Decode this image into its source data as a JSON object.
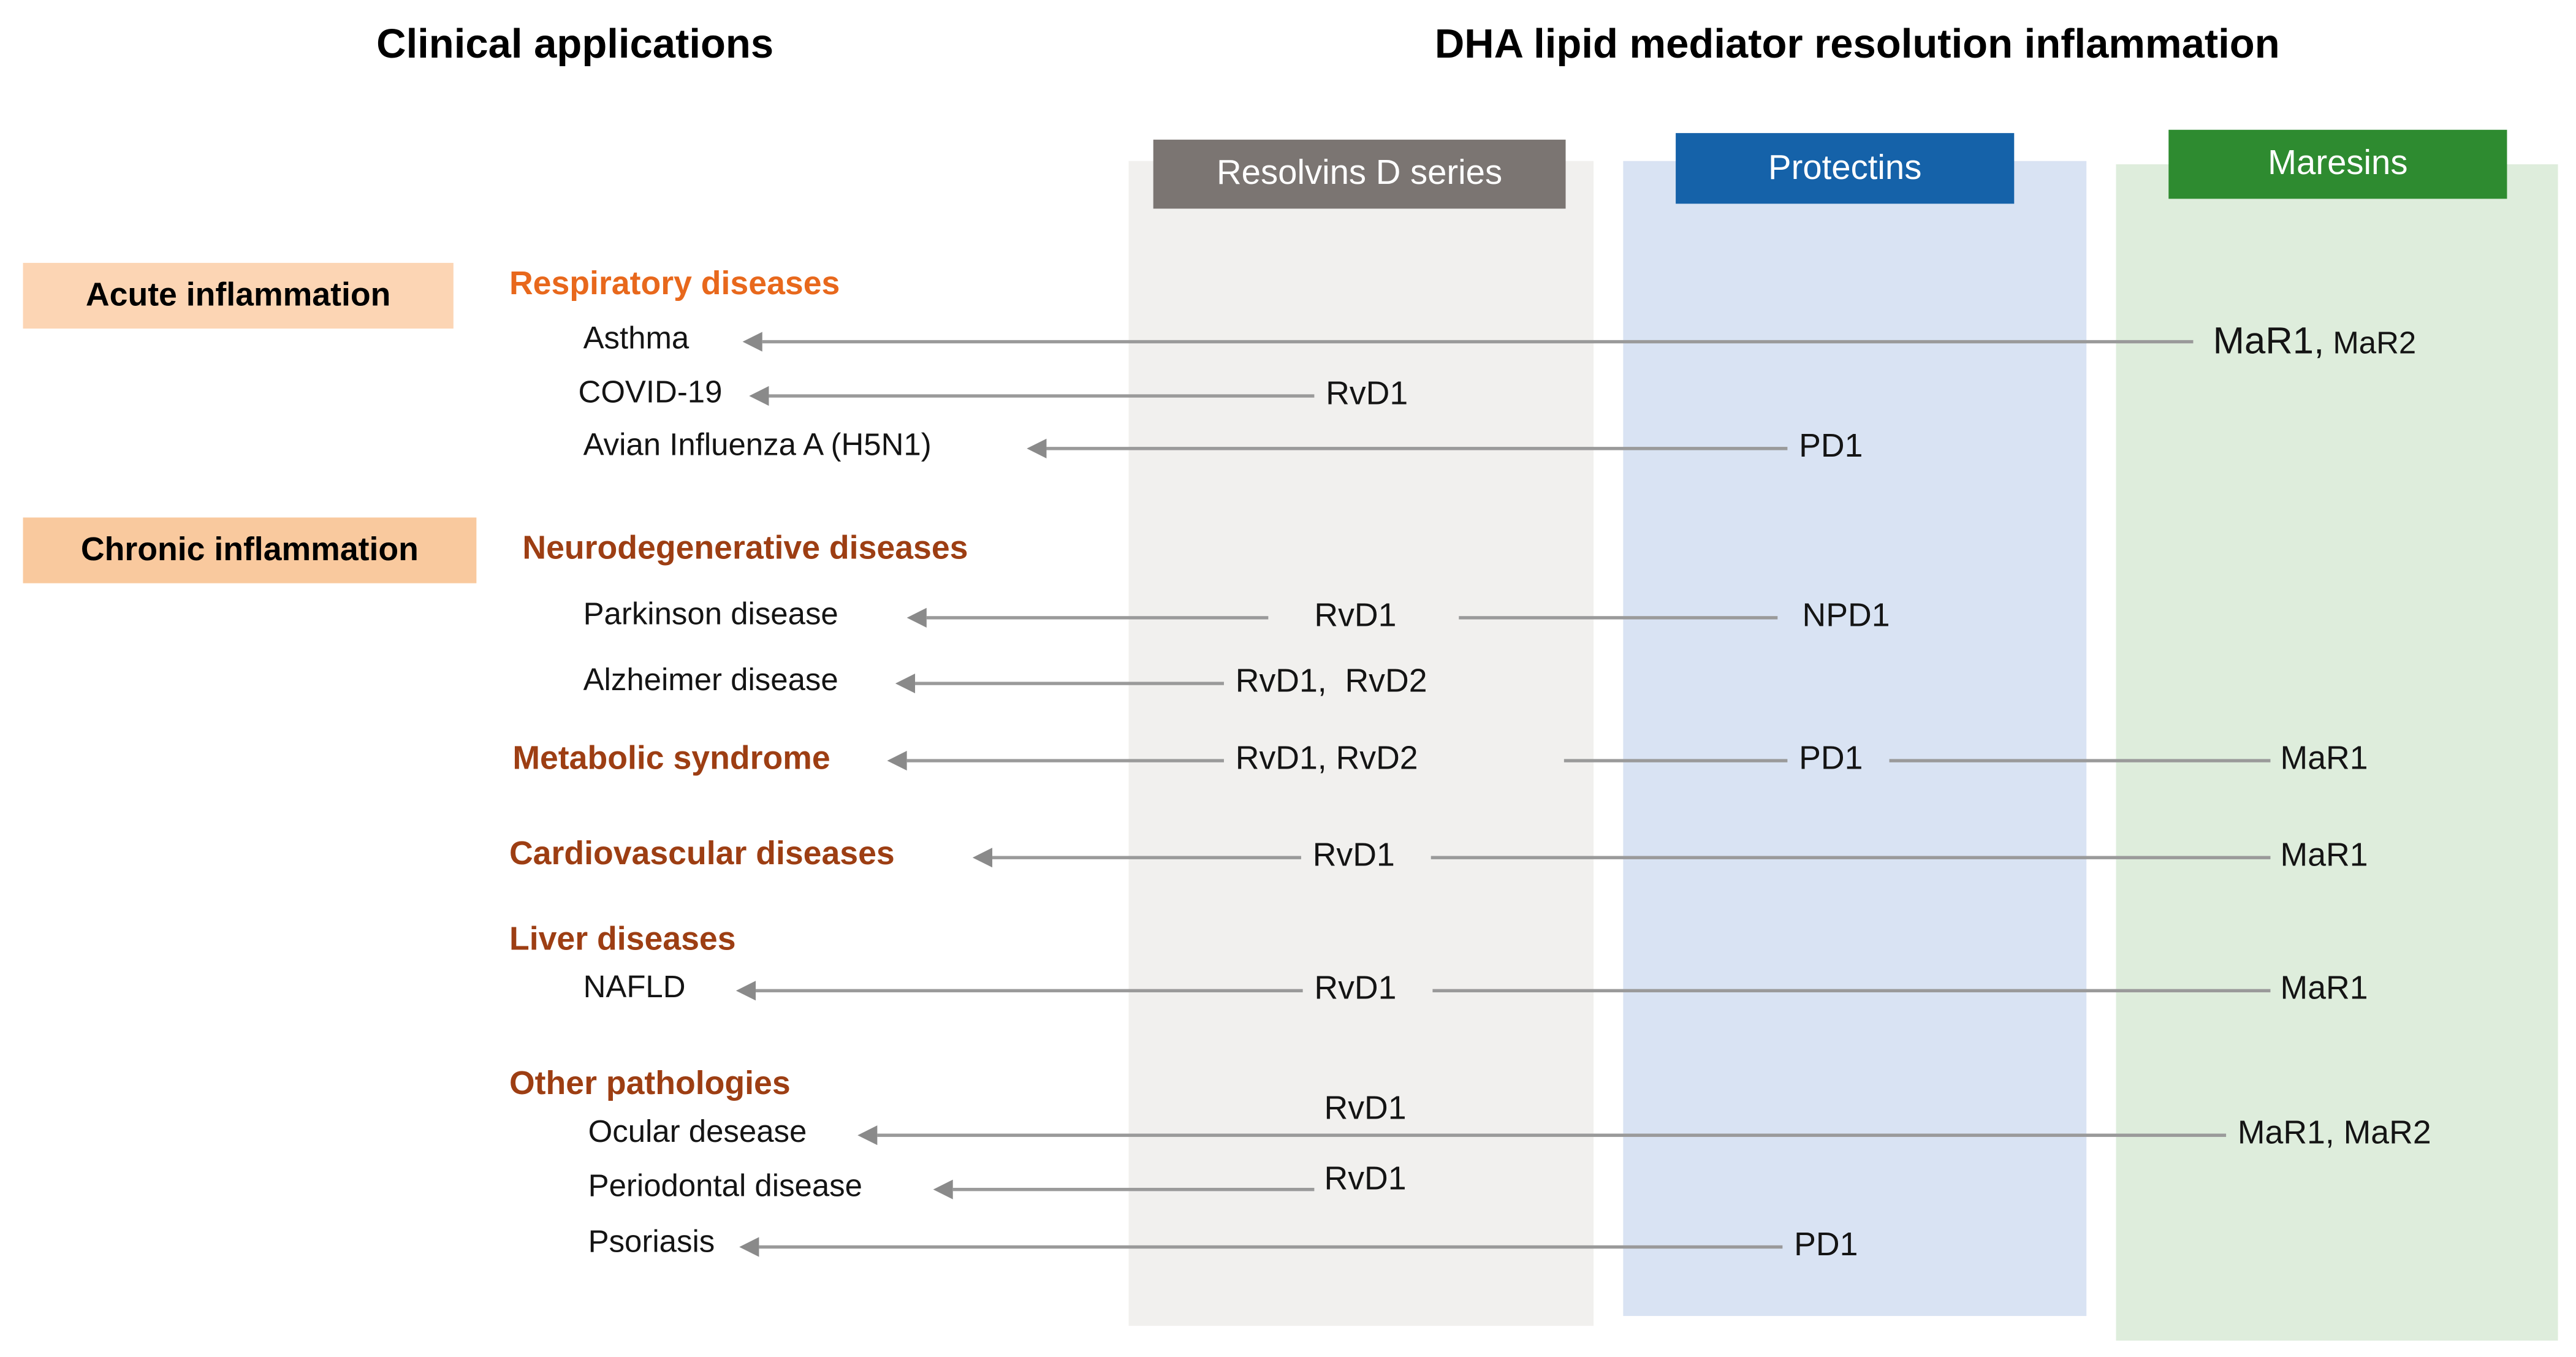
{
  "titles": {
    "left": "Clinical applications",
    "right": "DHA lipid mediator resolution inflammation"
  },
  "columns": [
    {
      "label": "Resolvins D series",
      "header_bg": "#7b7572",
      "header_text_color": "#ffffff",
      "body_bg": "#f1f0ee"
    },
    {
      "label": "Protectins",
      "header_bg": "#1562a9",
      "header_text_color": "#ffffff",
      "body_bg": "#d9e3f3"
    },
    {
      "label": "Maresins",
      "header_bg": "#2e8b30",
      "header_text_color": "#ffffff",
      "body_bg": "#deeddc"
    }
  ],
  "phases": [
    {
      "label": "Acute inflammation",
      "bg": "#fcd5b4"
    },
    {
      "label": "Chronic inflammation",
      "bg": "#f9c99e"
    }
  ],
  "colors": {
    "category_orange": "#e8681c",
    "category_brown": "#9d3e13"
  },
  "categories": {
    "respiratory": "Respiratory diseases",
    "neurodegenerative": "Neurodegenerative diseases",
    "metabolic": "Metabolic syndrome",
    "cardiovascular": "Cardiovascular diseases",
    "liver": "Liver diseases",
    "other": "Other pathologies"
  },
  "rows": {
    "asthma": {
      "disease": "Asthma",
      "maresins_large": "MaR1,",
      "maresins_small": " MaR2"
    },
    "covid": {
      "disease": "COVID-19",
      "resolvins": "RvD1"
    },
    "avian": {
      "disease": "Avian Influenza A (H5N1)",
      "protectins": "PD1"
    },
    "parkinson": {
      "disease": "Parkinson disease",
      "resolvins": "RvD1",
      "protectins": "NPD1"
    },
    "alzheimer": {
      "disease": "Alzheimer disease",
      "resolvins": "RvD1,  RvD2"
    },
    "metabolic": {
      "resolvins": "RvD1, RvD2",
      "protectins": "PD1",
      "maresins": "MaR1"
    },
    "cardiovascular": {
      "resolvins": "RvD1",
      "maresins": "MaR1"
    },
    "nafld": {
      "disease": "NAFLD",
      "resolvins": "RvD1",
      "maresins": "MaR1"
    },
    "ocular": {
      "disease": "Ocular desease",
      "resolvins": "RvD1",
      "maresins": "MaR1, MaR2"
    },
    "periodontal": {
      "disease": "Periodontal disease",
      "resolvins": "RvD1"
    },
    "psoriasis": {
      "disease": "Psoriasis",
      "protectins": "PD1"
    }
  }
}
